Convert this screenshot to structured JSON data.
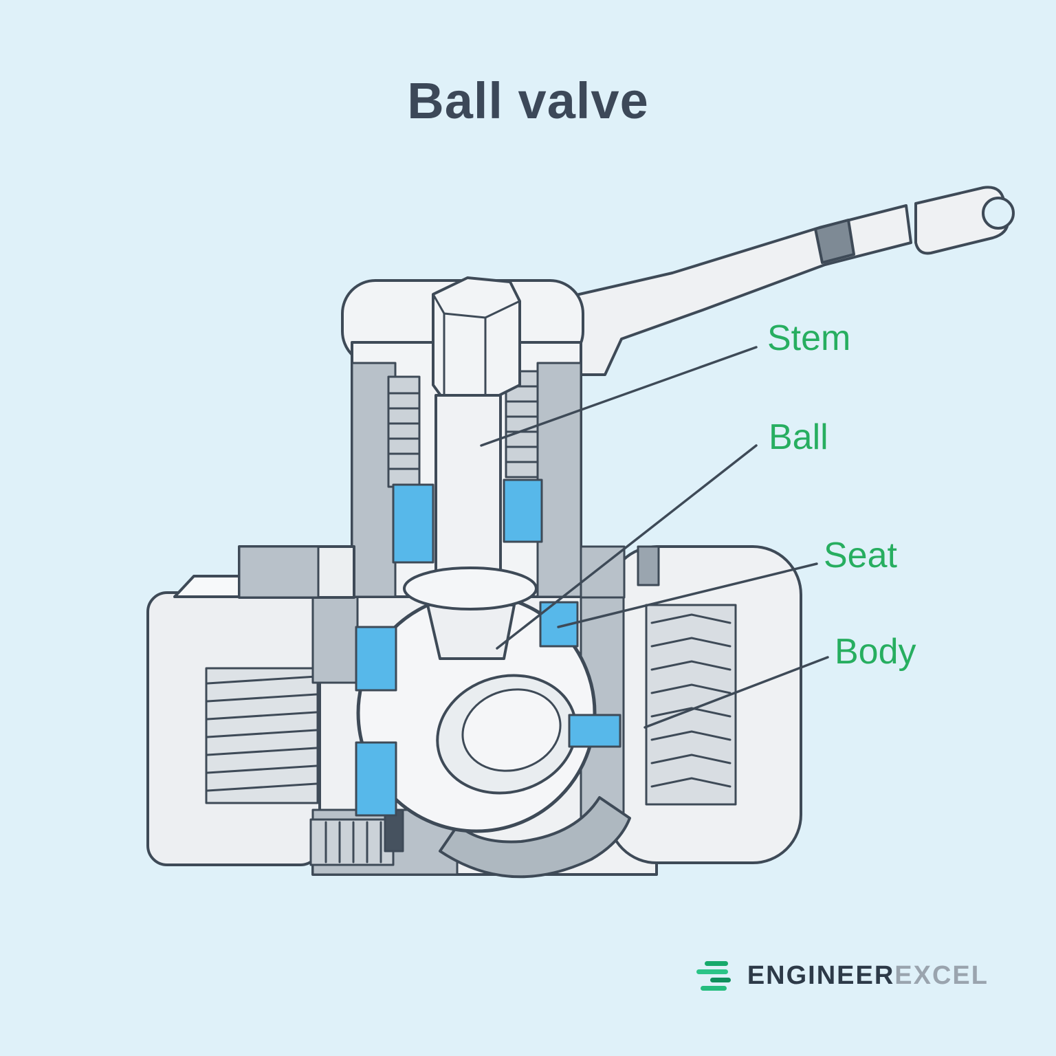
{
  "title": "Ball valve",
  "labels": [
    {
      "id": "stem",
      "text": "Stem"
    },
    {
      "id": "ball",
      "text": "Ball"
    },
    {
      "id": "seat",
      "text": "Seat"
    },
    {
      "id": "body",
      "text": "Body"
    }
  ],
  "logo": {
    "primary": "ENGINEER",
    "secondary": "EXCEL"
  },
  "colors": {
    "background": "#DFF1F9",
    "title": "#3C4858",
    "label_green": "#27AE60",
    "outline": "#3E4A57",
    "metal_light": "#F0F2F4",
    "metal_cut_gray": "#B8C1C9",
    "seat_blue": "#57B8EA",
    "logo_navy": "#2D3A48",
    "logo_gray": "#9AA4AE",
    "logo_green": "#2BC487"
  }
}
